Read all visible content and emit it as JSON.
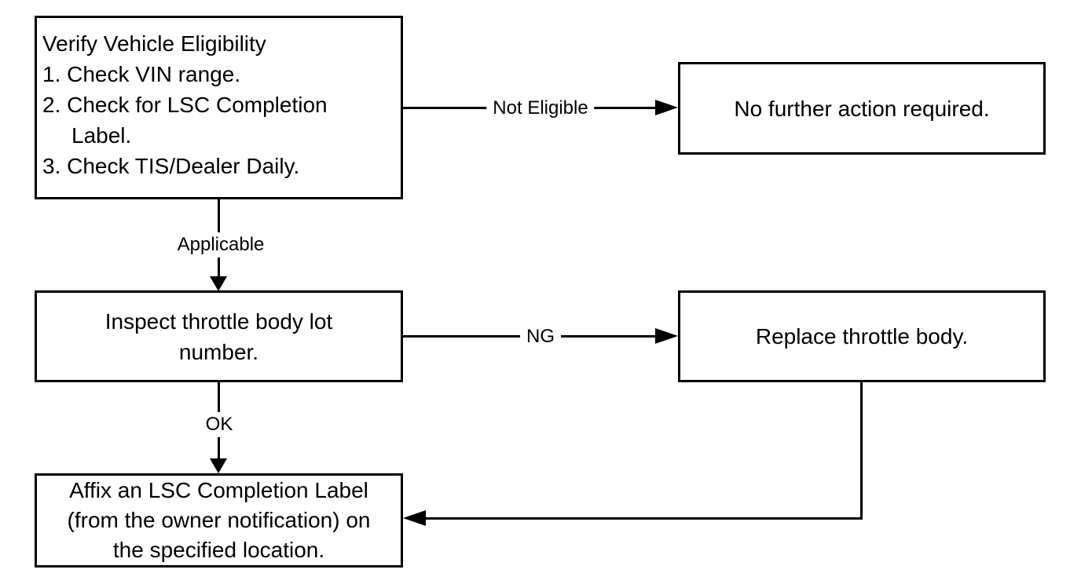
{
  "flowchart": {
    "colors": {
      "background": "#ffffff",
      "line": "#000000",
      "text": "#000000"
    },
    "boxes": {
      "verify": {
        "lines": [
          "Verify Vehicle Eligibility",
          "1. Check VIN range.",
          "2. Check for LSC Completion",
          "Label.",
          "3. Check TIS/Dealer Daily."
        ]
      },
      "no_action": {
        "lines": [
          "No further action required."
        ]
      },
      "inspect": {
        "lines": [
          "Inspect throttle body lot",
          "number."
        ]
      },
      "replace": {
        "lines": [
          "Replace throttle body."
        ]
      },
      "affix": {
        "lines": [
          "Affix an LSC Completion Label",
          "(from the owner notification) on",
          "the specified location."
        ]
      }
    },
    "edges": {
      "not_eligible": "Not Eligible",
      "applicable": "Applicable",
      "ng": "NG",
      "ok": "OK"
    }
  }
}
